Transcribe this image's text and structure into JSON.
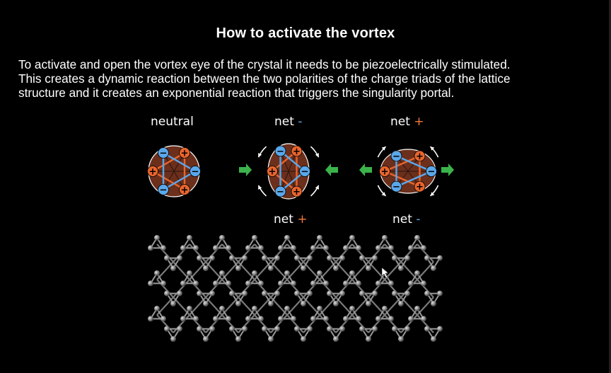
{
  "slide": {
    "title": "How to activate the vortex",
    "line1": "To activate and open the vortex eye of the crystal it needs to be piezoelectrically stimulated.",
    "line2": "This creates a dynamic reaction between the two polarities of the charge triads of the lattice",
    "line3": "structure and it creates an exponential reaction that triggers the singularity portal."
  },
  "labels": {
    "neutral": "neutral",
    "net_word": "net",
    "minus": "-",
    "plus": "+"
  },
  "charges": {
    "positive": "+",
    "negative": "−"
  },
  "colors": {
    "background": "#000000",
    "positive": "#e8652d",
    "negative": "#5aa7ea",
    "arrow": "#3bb34a",
    "hex_fill": "#6b2f1c",
    "lattice": "#9a9a9a"
  }
}
